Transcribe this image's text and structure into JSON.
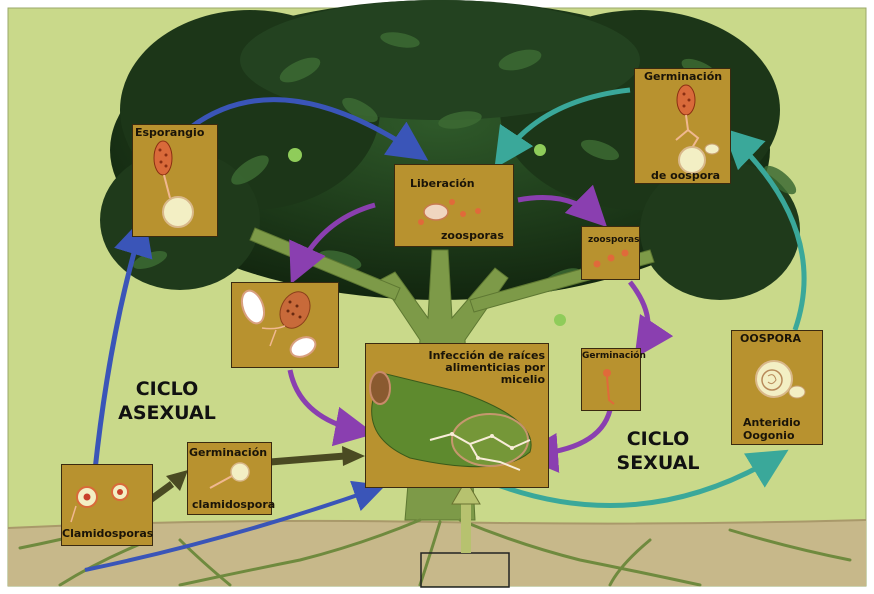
{
  "diagram": {
    "asexual_cycle": "CICLO ASEXUAL",
    "sexual_cycle": "CICLO SEXUAL",
    "stages": {
      "esporangio": "Esporangio",
      "liberacion": "Liberación",
      "zoosporas_1": "zoosporas",
      "zoosporas_2": "zoosporas",
      "germinacion_oospora_top": "Germinación",
      "germinacion_oospora_bottom": "de oospora",
      "infeccion": "Infección de raíces alimenticias por micelio",
      "germinacion": "Germinación",
      "oospora": "OOSPORA",
      "anteridio": "Anteridio",
      "oogonio": "Oogonio",
      "germinacion_clamidospora_top": "Germinación",
      "germinacion_clamidospora_bottom": "clamidospora",
      "clamidosporas": "Clamidosporas"
    },
    "colors": {
      "background": "#c9d98a",
      "soil": "#c7b88a",
      "box_fill": "#b8922f",
      "asexual_arrow": "#3a55b8",
      "sexual_arrow": "#3aa89a",
      "infection_arrow": "#8a3fb0",
      "germination_arrow": "#4a4a22"
    }
  }
}
